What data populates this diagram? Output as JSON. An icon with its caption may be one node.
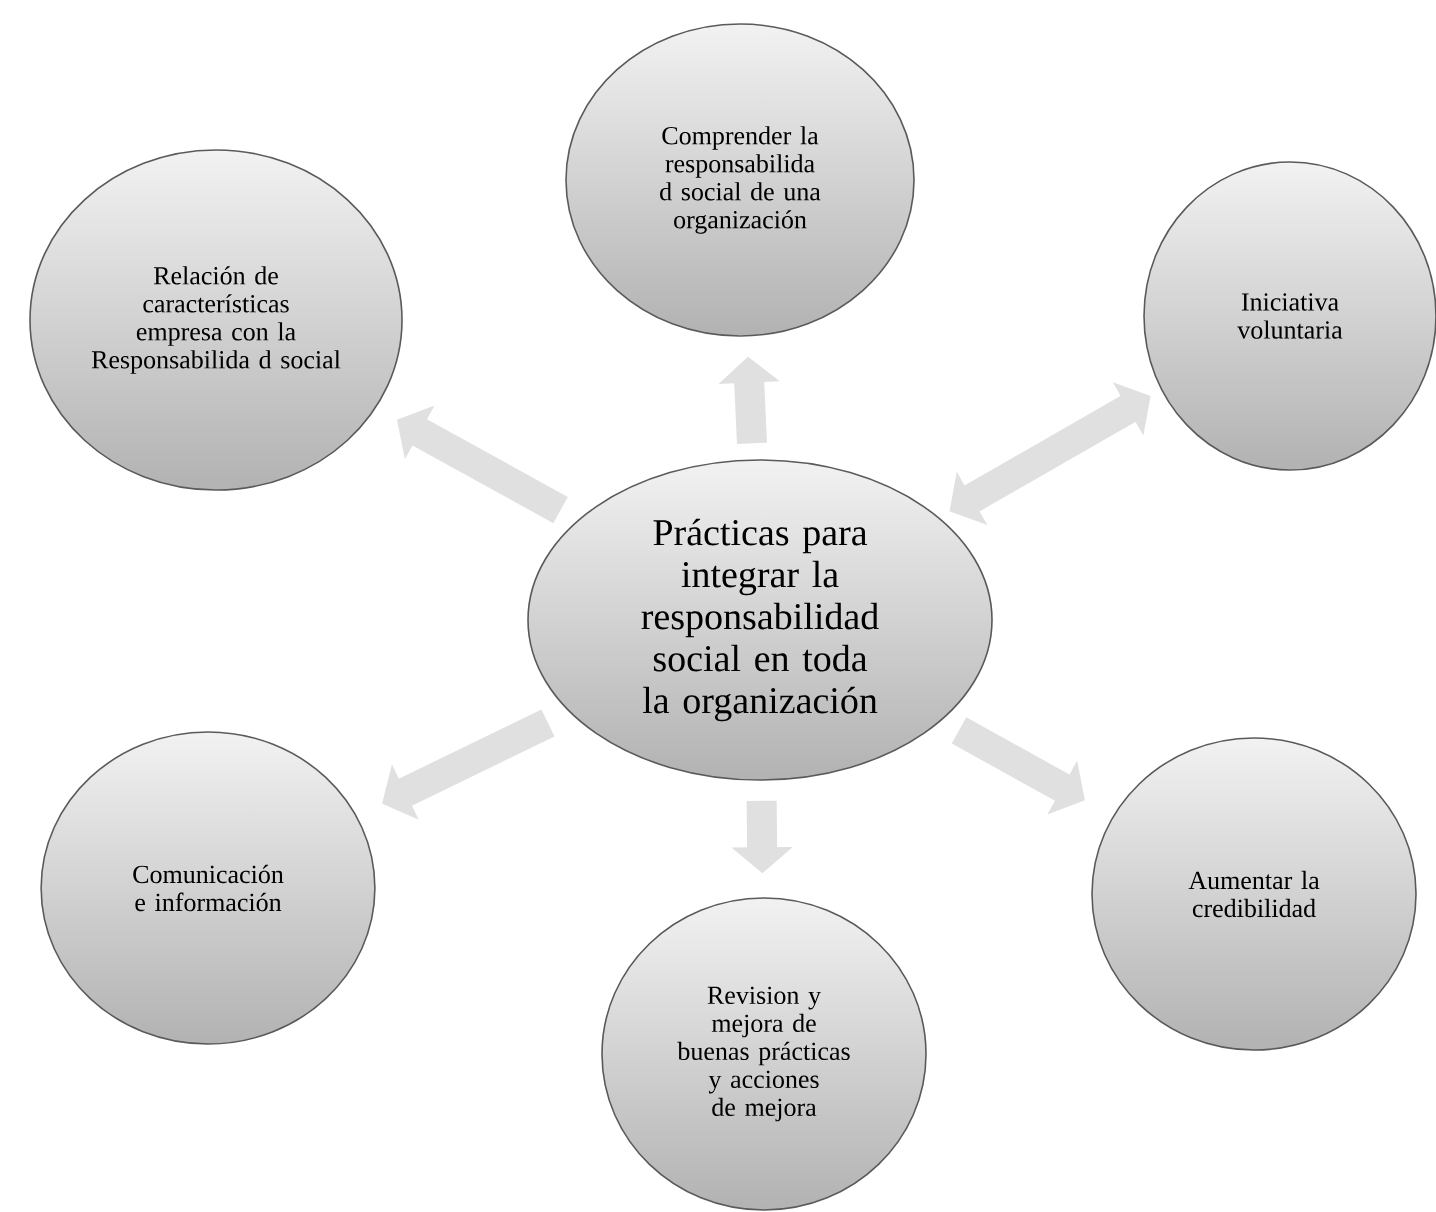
{
  "diagram": {
    "nodes": [
      {
        "text": [
          "Prácticas para integrar la responsabilidad social en toda la organización"
        ]
      },
      {
        "text": [
          "Comprender la responsabilida d social de una organización"
        ]
      },
      {
        "text": [
          "Relación de características empresa con la Responsabilida d social"
        ]
      },
      {
        "text": [
          "Iniciativa voluntaria"
        ]
      },
      {
        "text": [
          "Comunicación e información"
        ]
      },
      {
        "text": [
          "Aumentar la credibilidad"
        ]
      },
      {
        "text": [
          "Revision y mejora de buenas prácticas y acciones de mejora"
        ]
      }
    ],
    "edges": [
      {
        "from": 0,
        "to": 1,
        "arrow": "to"
      },
      {
        "from": 0,
        "to": 2,
        "arrow": "to"
      },
      {
        "from": 0,
        "to": 3,
        "arrow": "both"
      },
      {
        "from": 0,
        "to": 4,
        "arrow": "to"
      },
      {
        "from": 0,
        "to": 5,
        "arrow": "to"
      },
      {
        "from": 0,
        "to": 6,
        "arrow": "to"
      }
    ]
  }
}
